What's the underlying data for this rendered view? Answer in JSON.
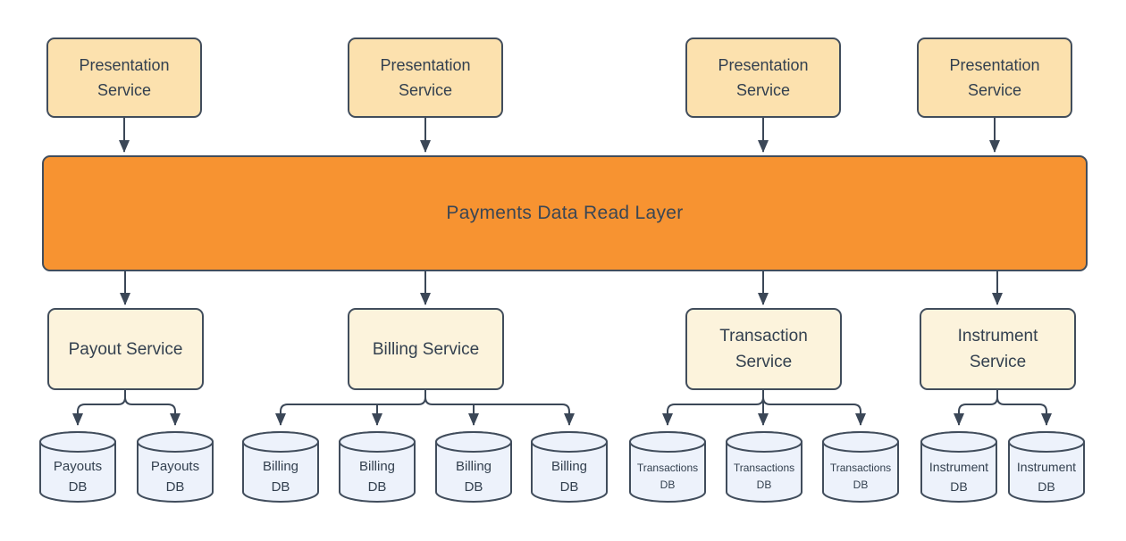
{
  "diagram": {
    "read_layer": {
      "label": "Payments Data Read Layer"
    },
    "presentation_services": [
      {
        "label": "Presentation\nService"
      },
      {
        "label": "Presentation\nService"
      },
      {
        "label": "Presentation\nService"
      },
      {
        "label": "Presentation\nService"
      }
    ],
    "services": [
      {
        "label": "Payout Service",
        "databases": [
          "Payouts\nDB",
          "Payouts\nDB"
        ]
      },
      {
        "label": "Billing Service",
        "databases": [
          "Billing\nDB",
          "Billing\nDB",
          "Billing\nDB",
          "Billing\nDB"
        ]
      },
      {
        "label": "Transaction\nService",
        "databases": [
          "Transactions\nDB",
          "Transactions\nDB",
          "Transactions\nDB"
        ]
      },
      {
        "label": "Instrument\nService",
        "databases": [
          "Instrument\nDB",
          "Instrument\nDB"
        ]
      }
    ],
    "colors": {
      "presentation_fill": "#FCE1AE",
      "read_layer_fill": "#F79331",
      "service_fill": "#FCF3DC",
      "database_fill": "#EDF2FB",
      "stroke": "#414D5C",
      "text": "#33404F"
    }
  }
}
